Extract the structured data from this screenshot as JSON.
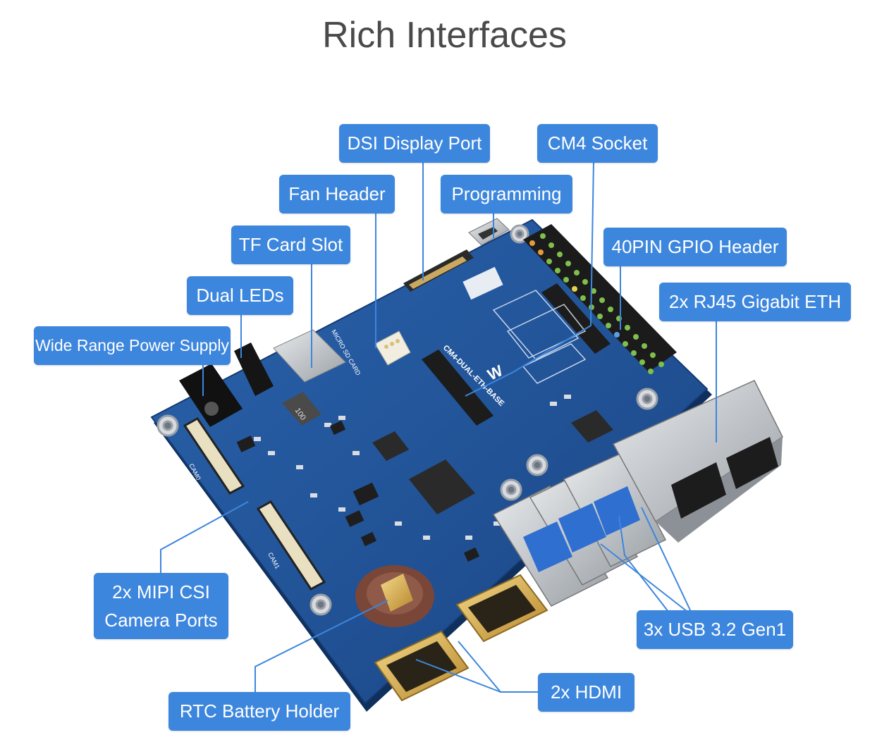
{
  "title": "Rich Interfaces",
  "labels": {
    "dsi": "DSI Display Port",
    "cm4": "CM4 Socket",
    "fan": "Fan Header",
    "programming": "Programming",
    "tf": "TF Card Slot",
    "gpio": "40PIN GPIO Header",
    "leds": "Dual LEDs",
    "eth": "2x RJ45 Gigabit ETH",
    "power": "Wide Range Power Supply",
    "csi_line1": "2x MIPI CSI",
    "csi_line2": "Camera Ports",
    "usb": "3x USB 3.2 Gen1",
    "hdmi": "2x HDMI",
    "rtc": "RTC Battery Holder"
  },
  "board_text": {
    "model": "CM4-DUAL-ETH-BASE",
    "micro_sd": "MICRO SD CARD",
    "cam0": "CAM0",
    "cam1": "CAM1",
    "inductor": "100"
  },
  "colors": {
    "accent": "#3d86dd",
    "pcb": "#1f4f8f",
    "connector": "#1a1a1a",
    "gold": "#c9a44a"
  }
}
